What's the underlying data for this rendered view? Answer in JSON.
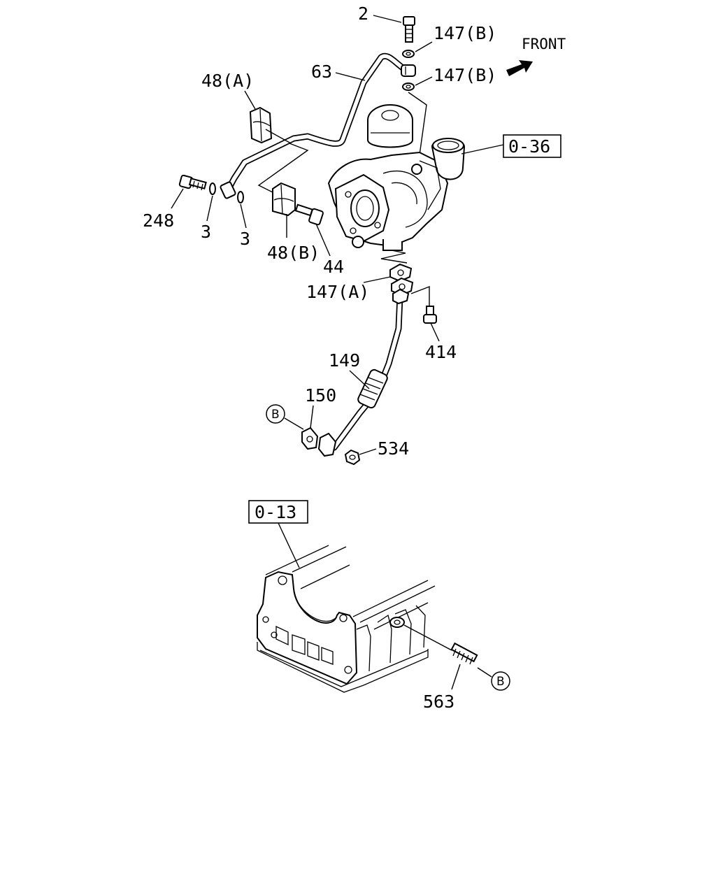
{
  "front_label": "FRONT",
  "labels": {
    "p2": "2",
    "p147b_top": "147(B)",
    "p147b_mid": "147(B)",
    "p63": "63",
    "p48a": "48(A)",
    "p248": "248",
    "p3_left": "3",
    "p3_right": "3",
    "p48b": "48(B)",
    "p44": "44",
    "p147a": "147(A)",
    "p414": "414",
    "p149": "149",
    "p150": "150",
    "p534": "534",
    "p563": "563"
  },
  "refs": {
    "turbo": "0-36",
    "oil_pan": "0-13"
  },
  "connectors": {
    "b_left": "B",
    "b_right": "B"
  }
}
